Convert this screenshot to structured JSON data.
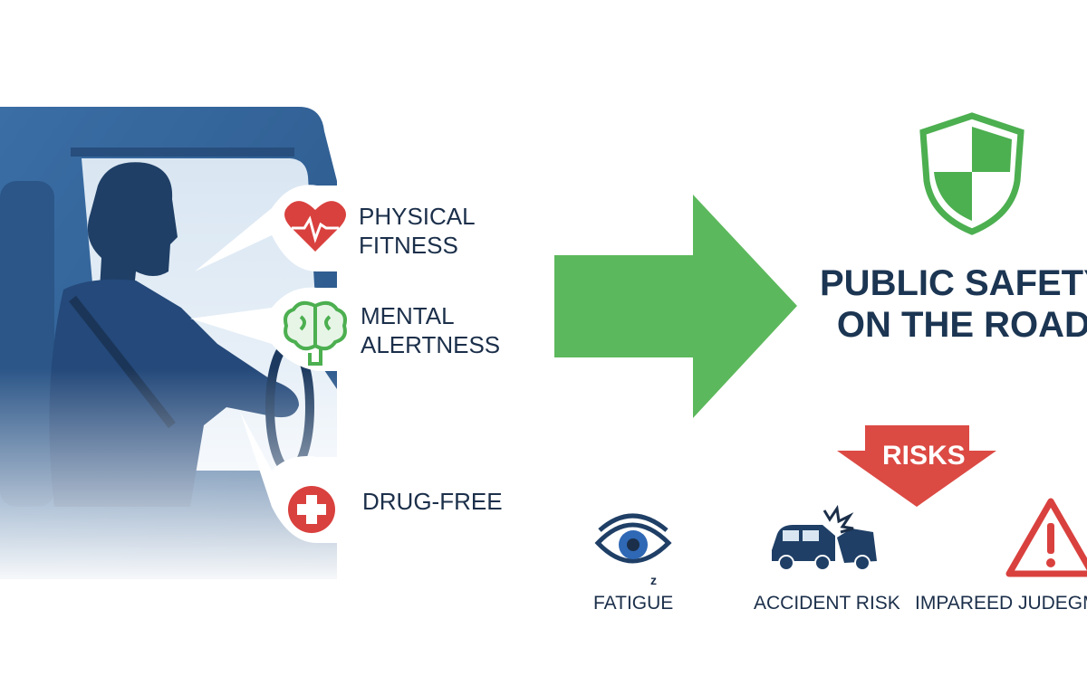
{
  "driver_requirements": [
    {
      "line1": "PHYSICAL",
      "line2": "FITNESS",
      "icon": "heart-pulse-icon",
      "color": "#d9413e"
    },
    {
      "line1": "MENTAL",
      "line2": "ALERTNESS",
      "icon": "brain-icon",
      "color": "#4caf50"
    },
    {
      "line1": "DRUG-FREE",
      "line2": "",
      "icon": "medical-cross-icon",
      "color": "#d9413e"
    }
  ],
  "outcome": {
    "line1": "PUBLIC SAFETY",
    "line2": "ON THE ROAD",
    "icon": "shield-icon",
    "color": "#4caf50"
  },
  "risks": {
    "title": "RISKS",
    "color": "#d9413e",
    "items": [
      {
        "label": "FATIGUE",
        "icon": "sleepy-eye-icon"
      },
      {
        "label": "ACCIDENT RISK",
        "icon": "car-crash-icon"
      },
      {
        "label": "IMPAREED JUDEGMENT",
        "icon": "warning-triangle-icon"
      }
    ]
  },
  "colors": {
    "driver_blue": "#2f5f92",
    "driver_dark": "#1f3f66",
    "arrow_green": "#5cb85c",
    "text_navy": "#1b2f4a"
  }
}
